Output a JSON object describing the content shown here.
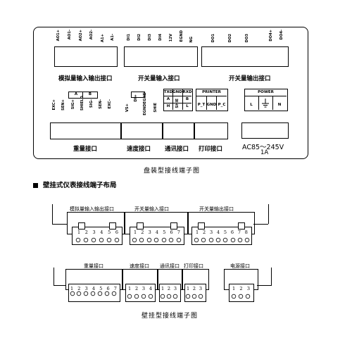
{
  "panel": {
    "top_pins": {
      "analog": [
        "AO1+",
        "AO1-",
        "AO2+",
        "AO2-",
        "A1+",
        "A1-"
      ],
      "din": [
        "DI1",
        "DI2",
        "DI3",
        "DI4",
        "12V",
        "EGND",
        "NG"
      ],
      "dout": [
        "DO1",
        "DO2",
        "DO3",
        "DO4+",
        "DO4-"
      ]
    },
    "top_labels": {
      "analog": "模拟量输入输出接口",
      "din": "开关量输入接口",
      "dout": "开关量输出接口"
    },
    "mid": {
      "weight_letters": [
        "A",
        "B"
      ],
      "weight_pins": [
        "EXC+",
        "SEN+",
        "SIG+",
        "SHIELD",
        "SIG-",
        "SEN-",
        "EXC-"
      ],
      "speed_pins": [
        "VS+",
        "DI+",
        "EGNDEGND",
        "SHIE"
      ],
      "comm_top": [
        "TXD",
        "GND",
        "RXD"
      ],
      "comm_bottom": [
        "H",
        "SHIE",
        "L"
      ],
      "comm_letters": [
        "A",
        "B"
      ],
      "printer_title": "PRINTER",
      "printer_pins": [
        "P_T",
        "GND",
        "P_C"
      ],
      "power_title": "POWER",
      "power_pins": [
        "L",
        "N"
      ]
    },
    "bottom_labels": {
      "weight": "重量接口",
      "speed": "速度接口",
      "comm": "通讯接口",
      "print": "打印接口",
      "power_line1": "AC85～245V",
      "power_line2": "1A"
    },
    "caption": "盘装型接线端子图"
  },
  "section_title": "壁挂式仪表接线端子布局",
  "wall": {
    "top_labels": [
      "模拟量输入输出接口",
      "开关量输入接口",
      "开关量输出接口"
    ],
    "bottom_labels": [
      "重量接口",
      "速度接口",
      "通讯接口",
      "打印接口",
      "电源接口"
    ],
    "numbers": {
      "analog": [
        "1",
        "2",
        "3",
        "4",
        "5",
        "6"
      ],
      "din": [
        "1",
        "2",
        "3",
        "4",
        "5",
        "6",
        "7"
      ],
      "dout": [
        "1",
        "2",
        "3",
        "4",
        "5",
        "6",
        "7",
        "8"
      ],
      "weight": [
        "1",
        "2",
        "3",
        "4",
        "5",
        "6",
        "7"
      ],
      "speed": [
        "1",
        "2",
        "3",
        "4"
      ],
      "comm": [
        "1",
        "2",
        "3"
      ],
      "print": [
        "1",
        "2",
        "3"
      ],
      "power": [
        "1",
        "2",
        "3"
      ]
    },
    "caption": "壁挂型接线端子图"
  }
}
